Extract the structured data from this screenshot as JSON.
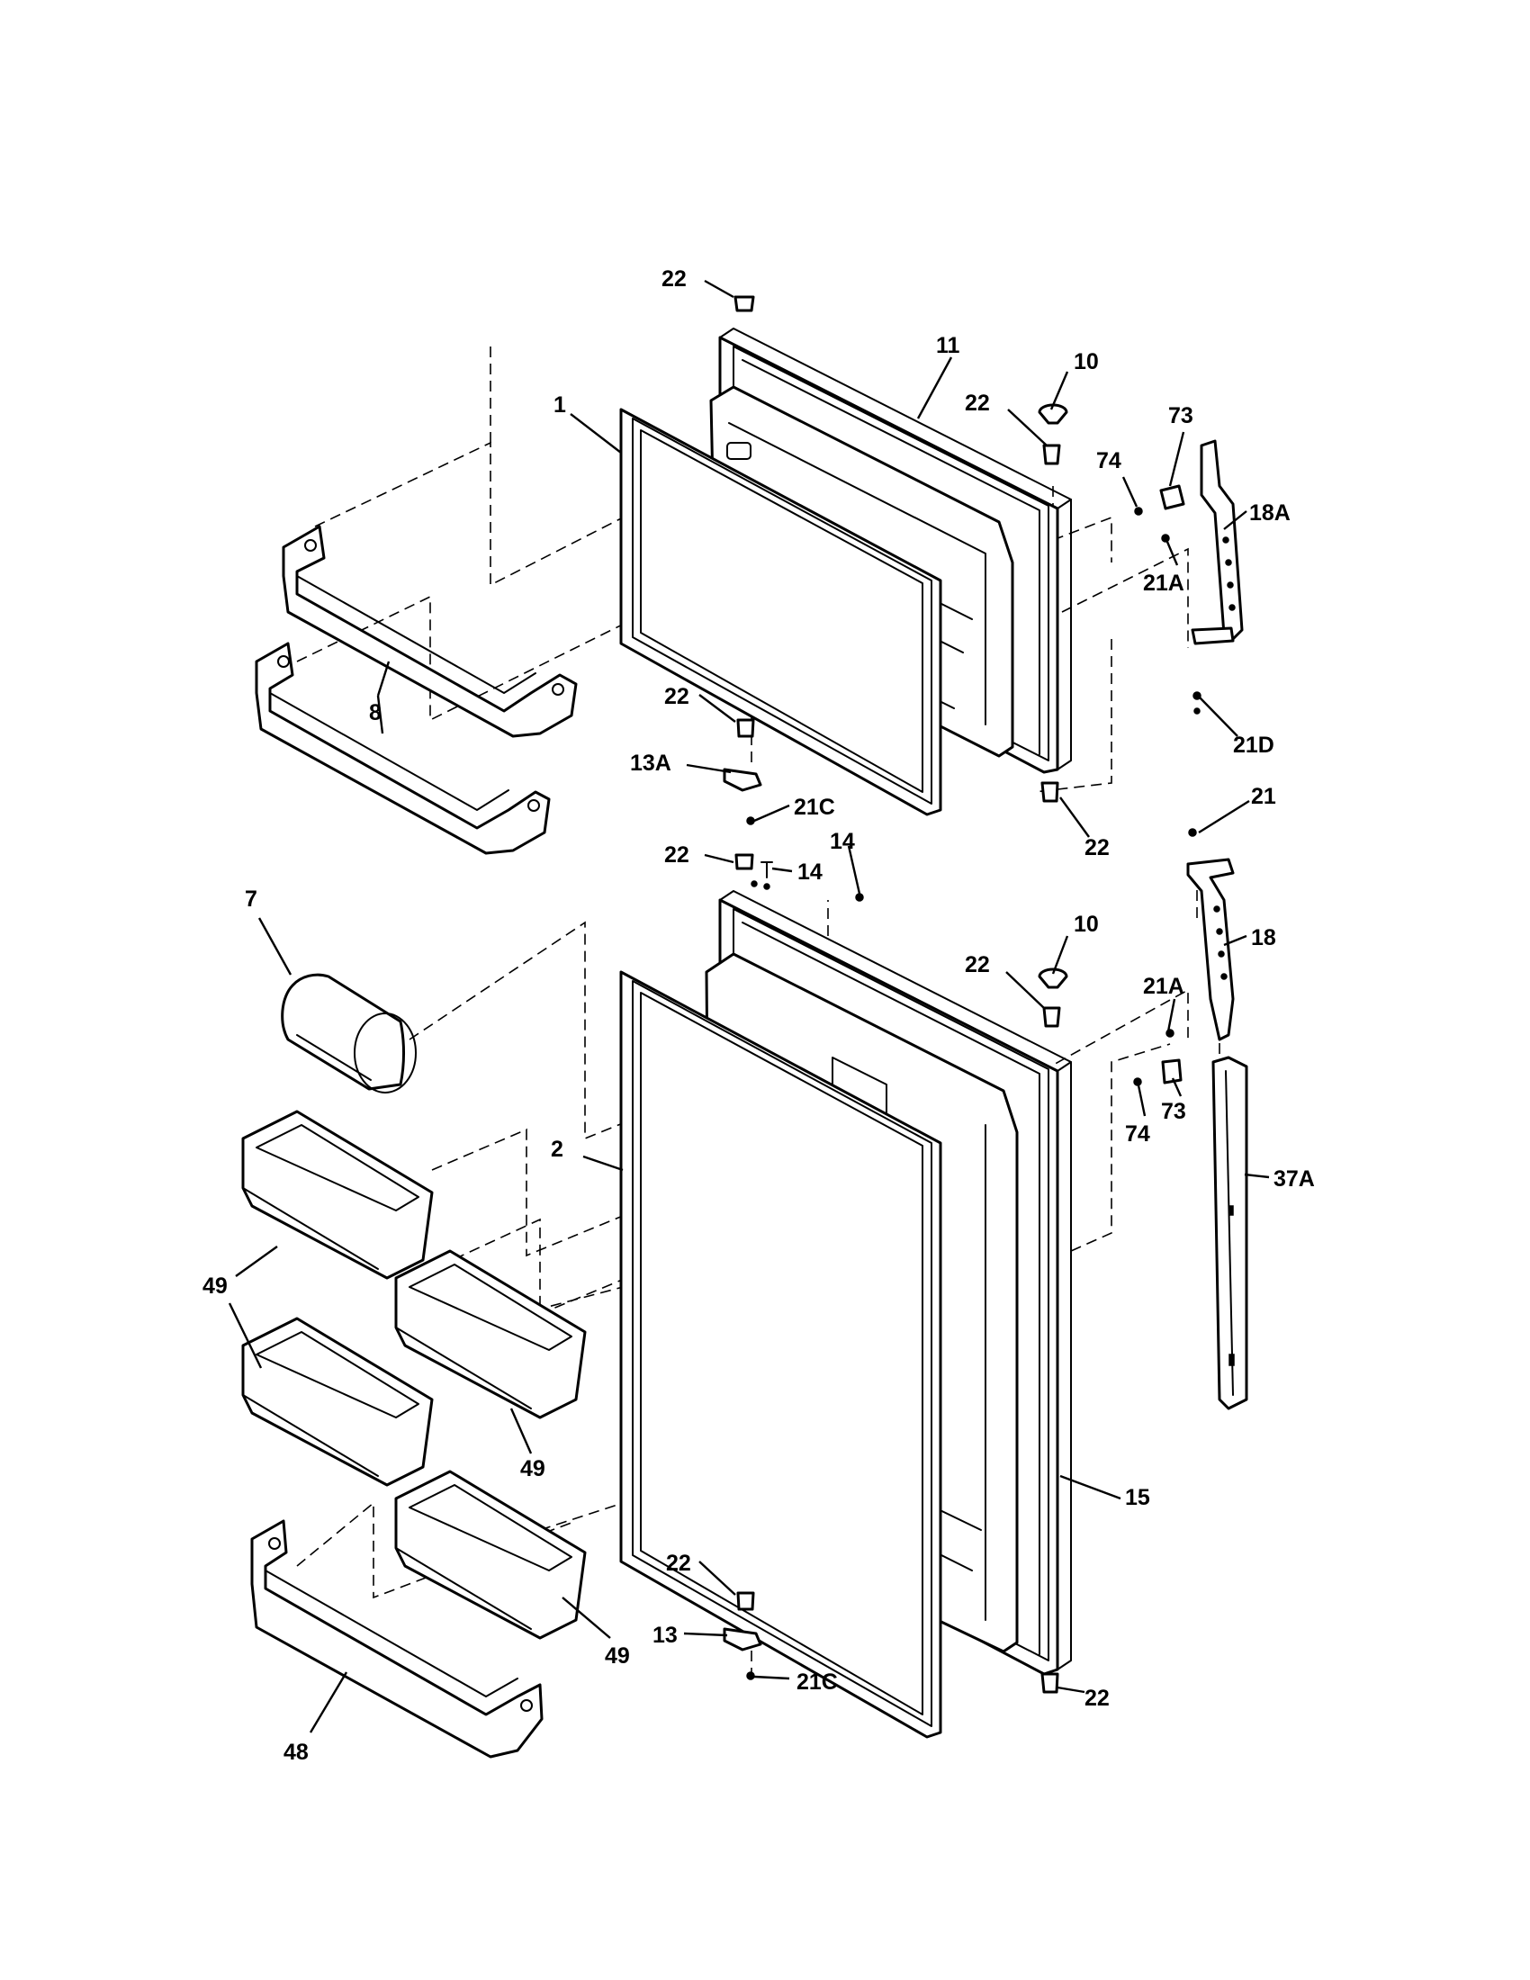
{
  "callouts": {
    "freezer_door": [
      {
        "id": "c22a",
        "label": "22"
      },
      {
        "id": "c11",
        "label": "11"
      },
      {
        "id": "c10a",
        "label": "10"
      },
      {
        "id": "c22b",
        "label": "22"
      },
      {
        "id": "c1",
        "label": "1"
      },
      {
        "id": "c73a",
        "label": "73"
      },
      {
        "id": "c74a",
        "label": "74"
      },
      {
        "id": "c18A",
        "label": "18A"
      },
      {
        "id": "c21Aa",
        "label": "21A"
      },
      {
        "id": "c8",
        "label": "8"
      },
      {
        "id": "c22c",
        "label": "22"
      },
      {
        "id": "c13A",
        "label": "13A"
      },
      {
        "id": "c21Ca",
        "label": "21C"
      },
      {
        "id": "c21D",
        "label": "21D"
      },
      {
        "id": "c22d",
        "label": "22"
      }
    ],
    "fresh_food_door": [
      {
        "id": "c21",
        "label": "21"
      },
      {
        "id": "c14a",
        "label": "14"
      },
      {
        "id": "c22e",
        "label": "22"
      },
      {
        "id": "c14b",
        "label": "14"
      },
      {
        "id": "c7",
        "label": "7"
      },
      {
        "id": "c10b",
        "label": "10"
      },
      {
        "id": "c22f",
        "label": "22"
      },
      {
        "id": "c18",
        "label": "18"
      },
      {
        "id": "c21Ab",
        "label": "21A"
      },
      {
        "id": "c73b",
        "label": "73"
      },
      {
        "id": "c74b",
        "label": "74"
      },
      {
        "id": "c2",
        "label": "2"
      },
      {
        "id": "c37A",
        "label": "37A"
      },
      {
        "id": "c49a",
        "label": "49"
      },
      {
        "id": "c49b",
        "label": "49"
      },
      {
        "id": "c15",
        "label": "15"
      },
      {
        "id": "c22g",
        "label": "22"
      },
      {
        "id": "c13",
        "label": "13"
      },
      {
        "id": "c49c",
        "label": "49"
      },
      {
        "id": "c21Cb",
        "label": "21C"
      },
      {
        "id": "c22h",
        "label": "22"
      },
      {
        "id": "c48",
        "label": "48"
      }
    ]
  },
  "colors": {
    "line": "#000000",
    "background": "#ffffff"
  }
}
